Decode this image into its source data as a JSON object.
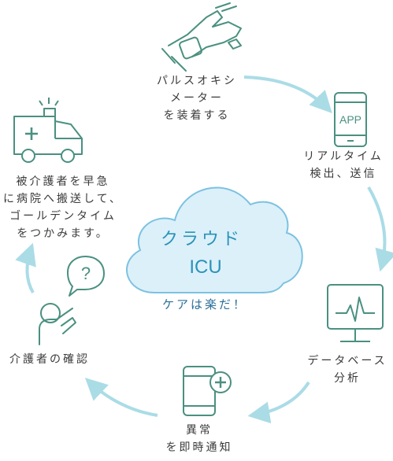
{
  "colors": {
    "icon_stroke": "#4a9080",
    "arrow": "#aadce6",
    "cloud_fill": "#dcf0fa",
    "cloud_stroke": "#7cc2e0",
    "cloud_text": "#2a93b8"
  },
  "center": {
    "title": "クラウド",
    "subtitle": "ICU",
    "tagline": "ケアは楽だ！",
    "icon": "cloud-icon"
  },
  "steps": [
    {
      "icon": "pulse-oximeter-hand-icon",
      "lines": [
        "パルスオキシ",
        "メーター",
        "を装着する"
      ]
    },
    {
      "icon": "smartphone-app-icon",
      "app_label": "APP",
      "lines": [
        "リアルタイム",
        "検出、送信"
      ]
    },
    {
      "icon": "monitor-heartbeat-icon",
      "lines": [
        "データベース",
        "分析"
      ]
    },
    {
      "icon": "phone-medical-alert-icon",
      "lines": [
        "異常",
        "を即時通知"
      ]
    },
    {
      "icon": "caregiver-question-icon",
      "question": "?",
      "lines": [
        "介護者の確認"
      ]
    },
    {
      "icon": "ambulance-icon",
      "lines": [
        "被介護者を早急",
        "に病院へ搬送して、",
        "ゴールデンタイム",
        "をつかみます。"
      ]
    }
  ]
}
